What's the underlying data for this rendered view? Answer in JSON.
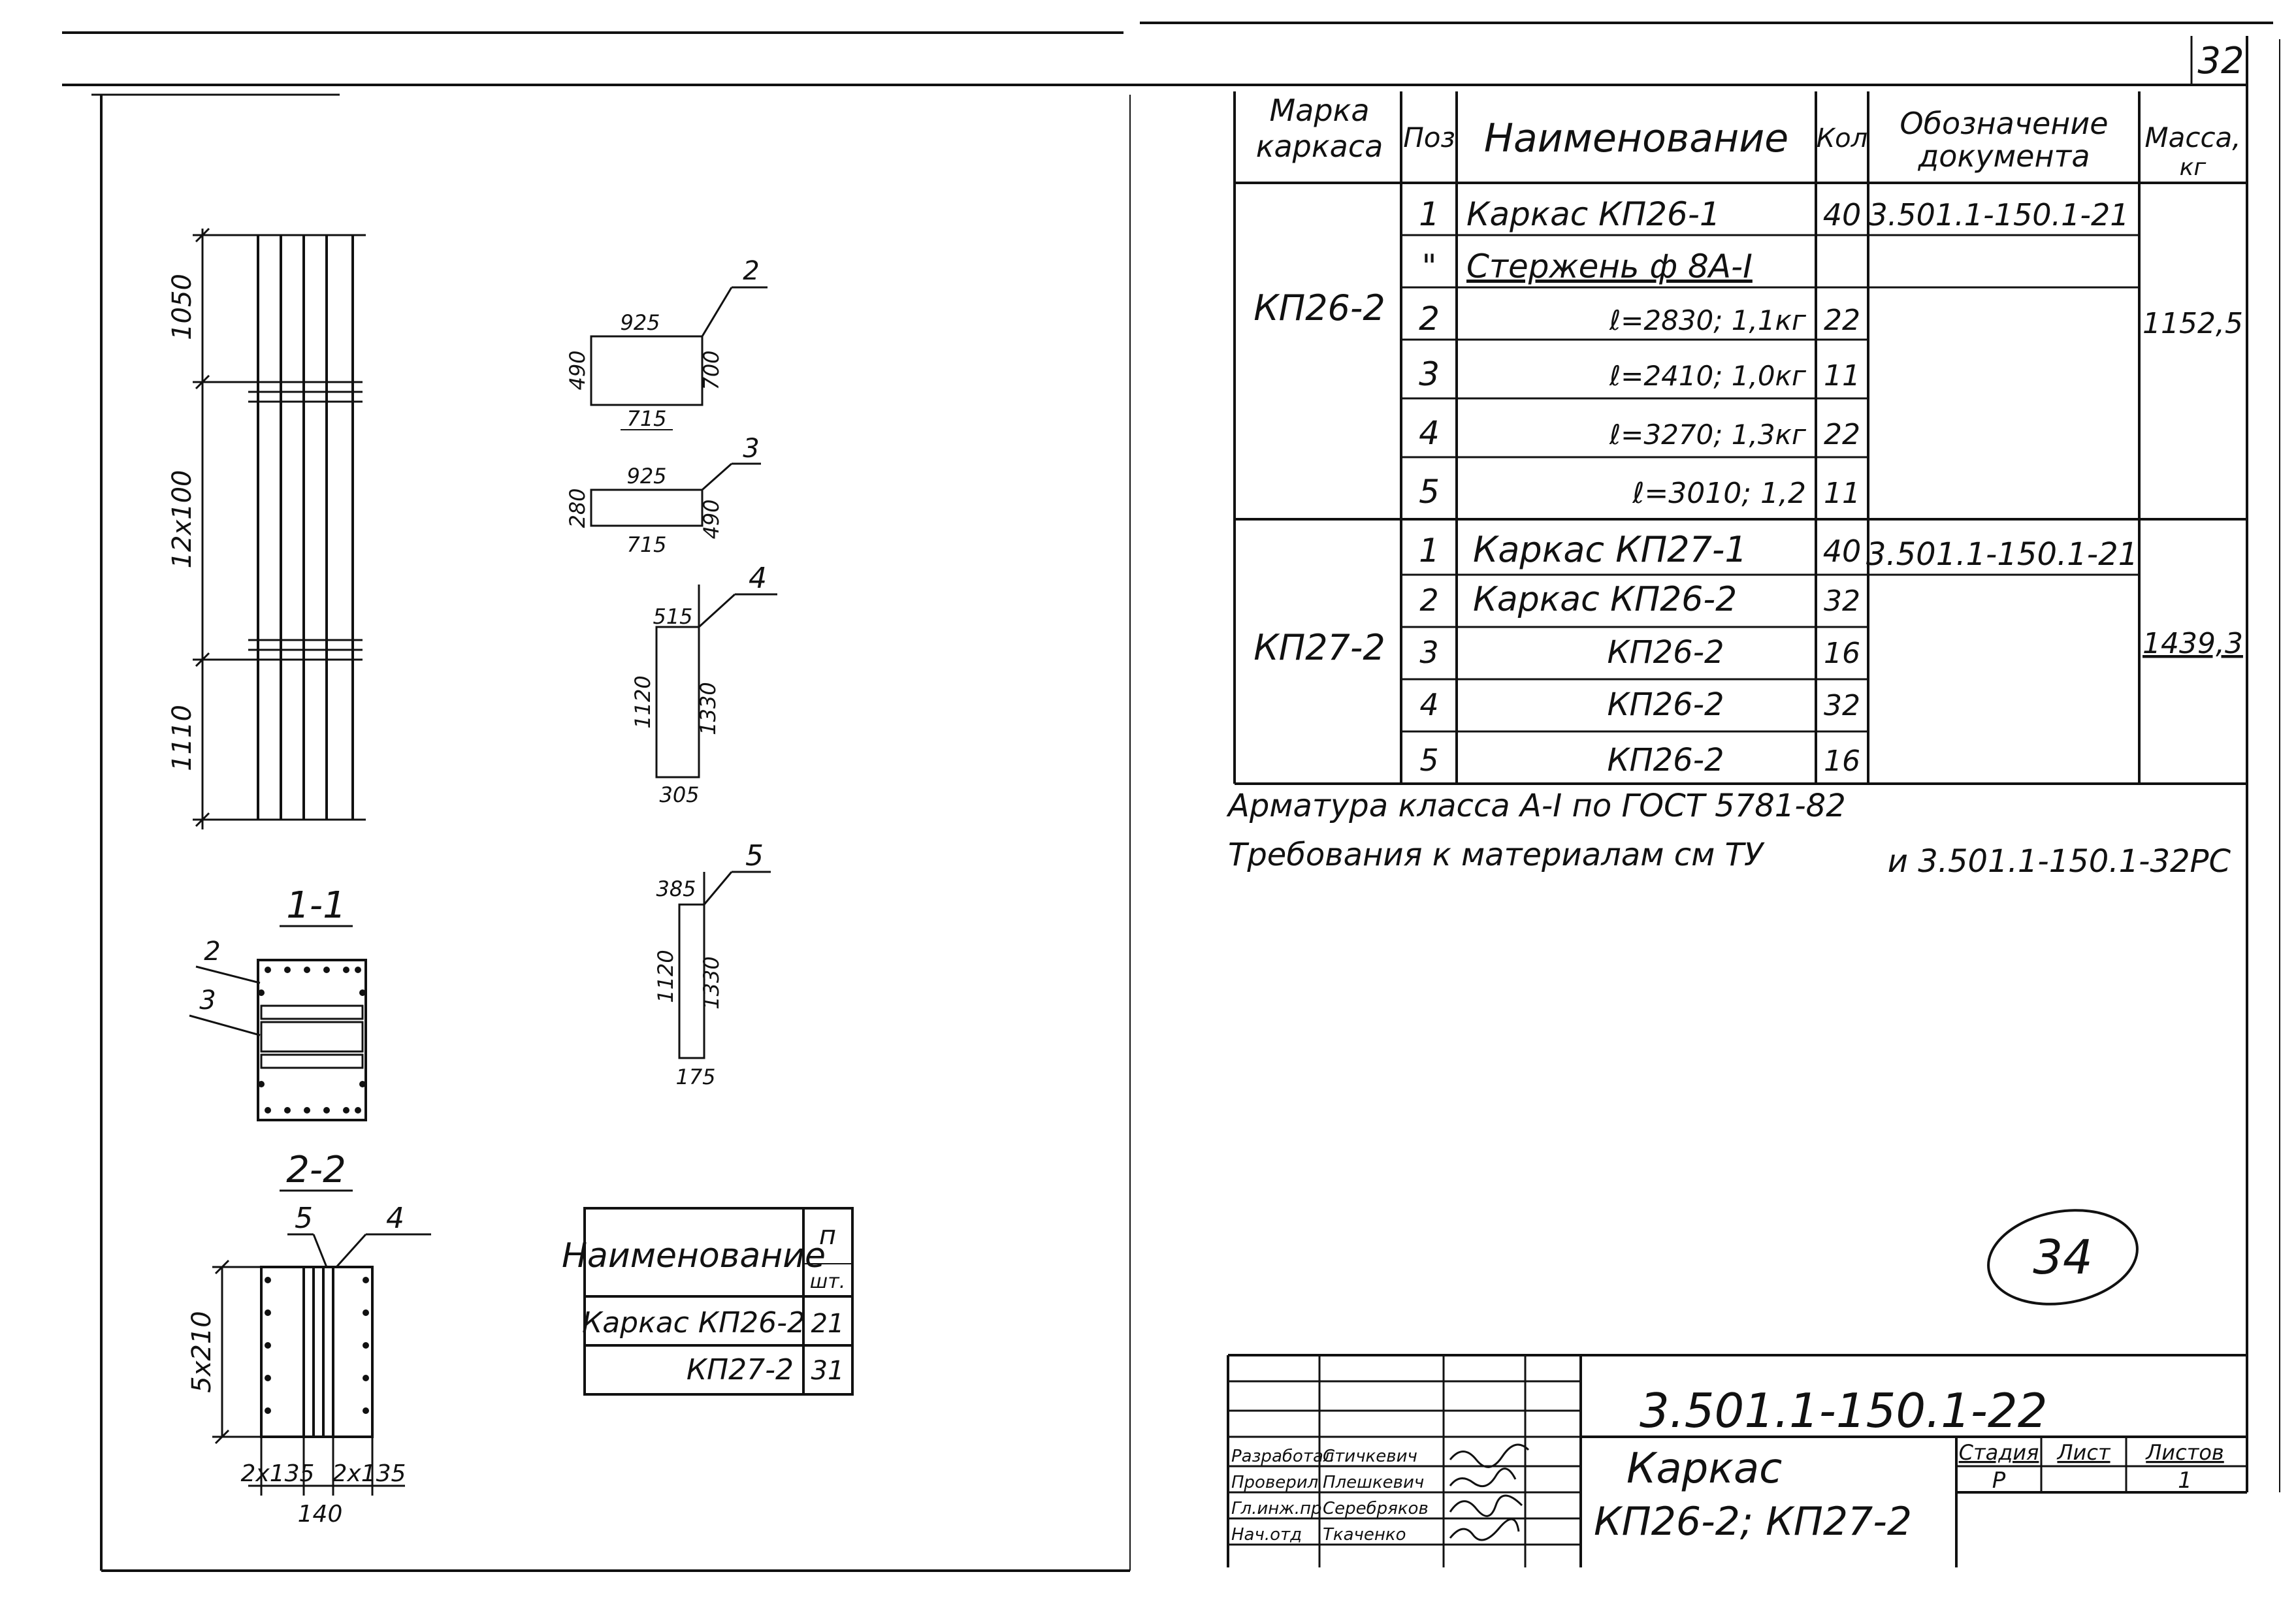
{
  "page_number": "32",
  "stamp_number": "34",
  "drawing": {
    "dims_vertical": [
      "1050",
      "12x100",
      "1110"
    ],
    "section_1_label": "1-1",
    "section_2_label": "2-2",
    "section_1_callouts": [
      "2",
      "3"
    ],
    "section_2_callouts": [
      "5",
      "4"
    ],
    "section_2_dim_side": "5x210",
    "section_2_dims_bottom": [
      "2x135",
      "2x135",
      "140"
    ],
    "shapes": [
      {
        "pos": "2",
        "top": "925",
        "left": "490",
        "right": "700",
        "bottom": "715"
      },
      {
        "pos": "3",
        "top": "925",
        "left": "280",
        "right": "490",
        "bottom": "715"
      },
      {
        "pos": "4",
        "top": "515",
        "left": "1120",
        "right": "1330",
        "bottom": "305"
      },
      {
        "pos": "5",
        "top": "385",
        "left": "1120",
        "right": "1330",
        "bottom": "175"
      }
    ]
  },
  "qty_table": {
    "header_name": "Наименование",
    "header_unit_top": "п",
    "header_unit_bottom": "шт.",
    "rows": [
      {
        "name": "Каркас КП26-2",
        "qty": "21"
      },
      {
        "name": "КП27-2",
        "qty": "31"
      }
    ]
  },
  "spec_table": {
    "headers": {
      "mark": [
        "Марка",
        "каркаса"
      ],
      "pos": "Поз",
      "name": "Наименование",
      "qty": "Кол",
      "doc": [
        "Обозначение",
        "документа"
      ],
      "mass": [
        "Масса,",
        "кг"
      ]
    },
    "groups": [
      {
        "mark": "КП26-2",
        "mass": "1152,5",
        "doc": "3.501.1-150.1-21",
        "rows": [
          {
            "pos": "1",
            "name": "Каркас КП26-1",
            "qty": "40"
          },
          {
            "pos": "\"",
            "name": "Стержень ф 8А-I",
            "qty": ""
          },
          {
            "pos": "2",
            "name": "ℓ=2830; 1,1кг",
            "qty": "22"
          },
          {
            "pos": "3",
            "name": "ℓ=2410; 1,0кг",
            "qty": "11"
          },
          {
            "pos": "4",
            "name": "ℓ=3270; 1,3кг",
            "qty": "22"
          },
          {
            "pos": "5",
            "name": "ℓ=3010; 1,2",
            "qty": "11"
          }
        ]
      },
      {
        "mark": "КП27-2",
        "mass": "1439,3",
        "doc": "3.501.1-150.1-21",
        "rows": [
          {
            "pos": "1",
            "name": "Каркас КП27-1",
            "qty": "40"
          },
          {
            "pos": "2",
            "name": "Каркас КП26-2",
            "qty": "32"
          },
          {
            "pos": "3",
            "name": "КП26-2",
            "qty": "16"
          },
          {
            "pos": "4",
            "name": "КП26-2",
            "qty": "32"
          },
          {
            "pos": "5",
            "name": "КП26-2",
            "qty": "16"
          }
        ]
      }
    ]
  },
  "notes": {
    "line1": "Арматура класса А-I по ГОСТ 5781-82",
    "line2": "Требования к материалам см ТУ",
    "line2_ref": "и 3.501.1-150.1-32РС"
  },
  "title_block": {
    "doc_code": "3.501.1-150.1-22",
    "title_line1": "Каркас",
    "title_line2": "КП26-2; КП27-2",
    "stage_header": "Стадия",
    "sheet_header": "Лист",
    "sheets_header": "Листов",
    "stage": "Р",
    "sheets": "1",
    "roles": [
      {
        "role": "Разработал",
        "name": "Стичкевич"
      },
      {
        "role": "Проверил",
        "name": "Плешкевич"
      },
      {
        "role": "Гл.инж.пр",
        "name": "Серебряков"
      },
      {
        "role": "Нач.отд",
        "name": "Ткаченко"
      }
    ]
  }
}
